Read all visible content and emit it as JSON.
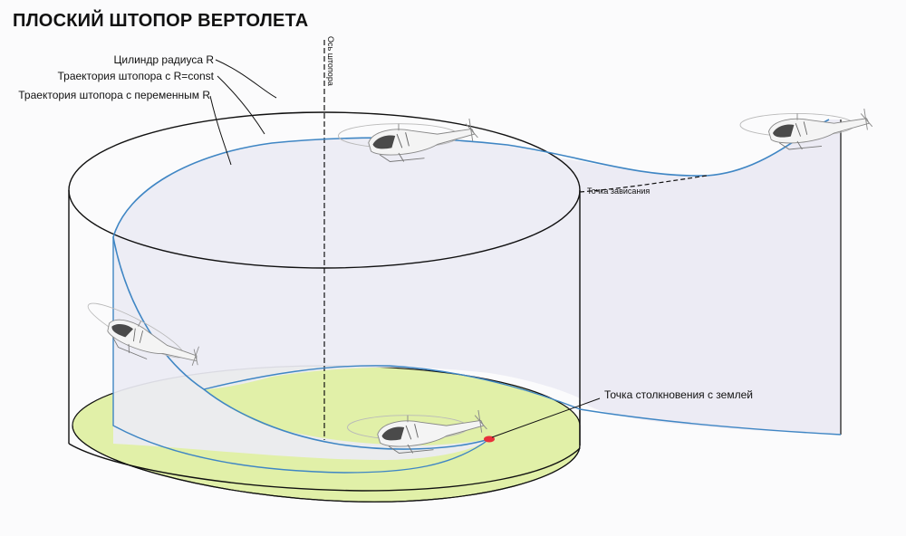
{
  "title": "ПЛОСКИЙ ШТОПОР ВЕРТОЛЕТА",
  "labels": {
    "cylinder": "Цилиндр радиуса R",
    "trajectory_const": "Траектория штопора с R=const",
    "trajectory_variable": "Траектория штопора с переменным R",
    "spin_axis": "Ось штопора",
    "hover_point": "Точка зависания",
    "ground_impact": "Точка столкновения с землей"
  },
  "colors": {
    "trajectory": "#3f86c4",
    "cylinder_outline": "#111111",
    "surface_fill": "#ecebf4",
    "ground_fill": "#e1f0a8",
    "impact_point": "#e8303a"
  },
  "icons": [
    "helicopter-icon"
  ]
}
